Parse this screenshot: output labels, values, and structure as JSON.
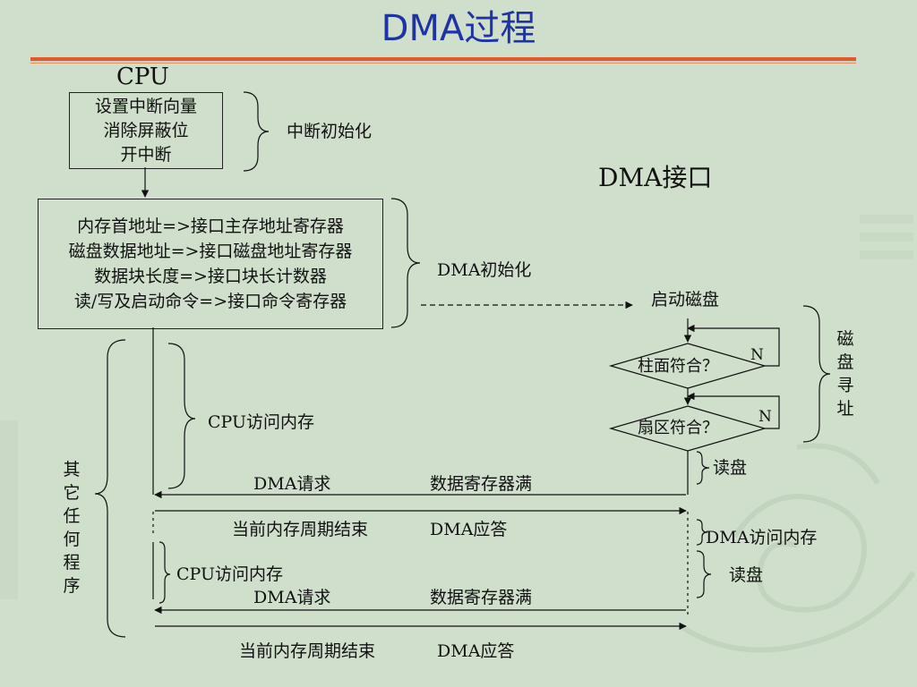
{
  "slide": {
    "title": "DMA过程"
  },
  "cpu_side": {
    "header": "CPU",
    "init_box_lines": [
      "设置中断向量",
      "消除屏蔽位",
      "开中断"
    ],
    "init_brace_label": "中断初始化",
    "dma_box_lines": [
      "内存首地址=>接口主存地址寄存器",
      "磁盘数据地址=>接口磁盘地址寄存器",
      "数据块长度=>接口块长计数器",
      "读/写及启动命令=>接口命令寄存器"
    ],
    "dma_brace_label": "DMA初始化",
    "other_program_chars": [
      "其",
      "它",
      "任",
      "何",
      "程",
      "序"
    ],
    "cpu_access_1": "CPU访问内存",
    "cpu_access_2": "CPU访问内存"
  },
  "interface_side": {
    "header": "DMA接口",
    "start_disk": "启动磁盘",
    "decision_cylinder": "柱面符合？",
    "decision_sector": "扇区符合？",
    "no_label_1": "N",
    "no_label_2": "N",
    "seek_chars": [
      "磁",
      "盘",
      "寻",
      "址"
    ],
    "read_disk_1": "读盘",
    "dma_access_memory": "DMA访问内存",
    "read_disk_2": "读盘"
  },
  "signals": {
    "dma_request_1": "DMA请求",
    "buffer_full_1": "数据寄存器满",
    "cycle_end_1": "当前内存周期结束",
    "dma_ack_1": "DMA应答",
    "dma_request_2": "DMA请求",
    "buffer_full_2": "数据寄存器满",
    "cycle_end_2": "当前内存周期结束",
    "dma_ack_2": "DMA应答"
  },
  "colors": {
    "title": "#1f33a3",
    "title_rule": "#e05a2a",
    "background": "#cfdfcc"
  }
}
